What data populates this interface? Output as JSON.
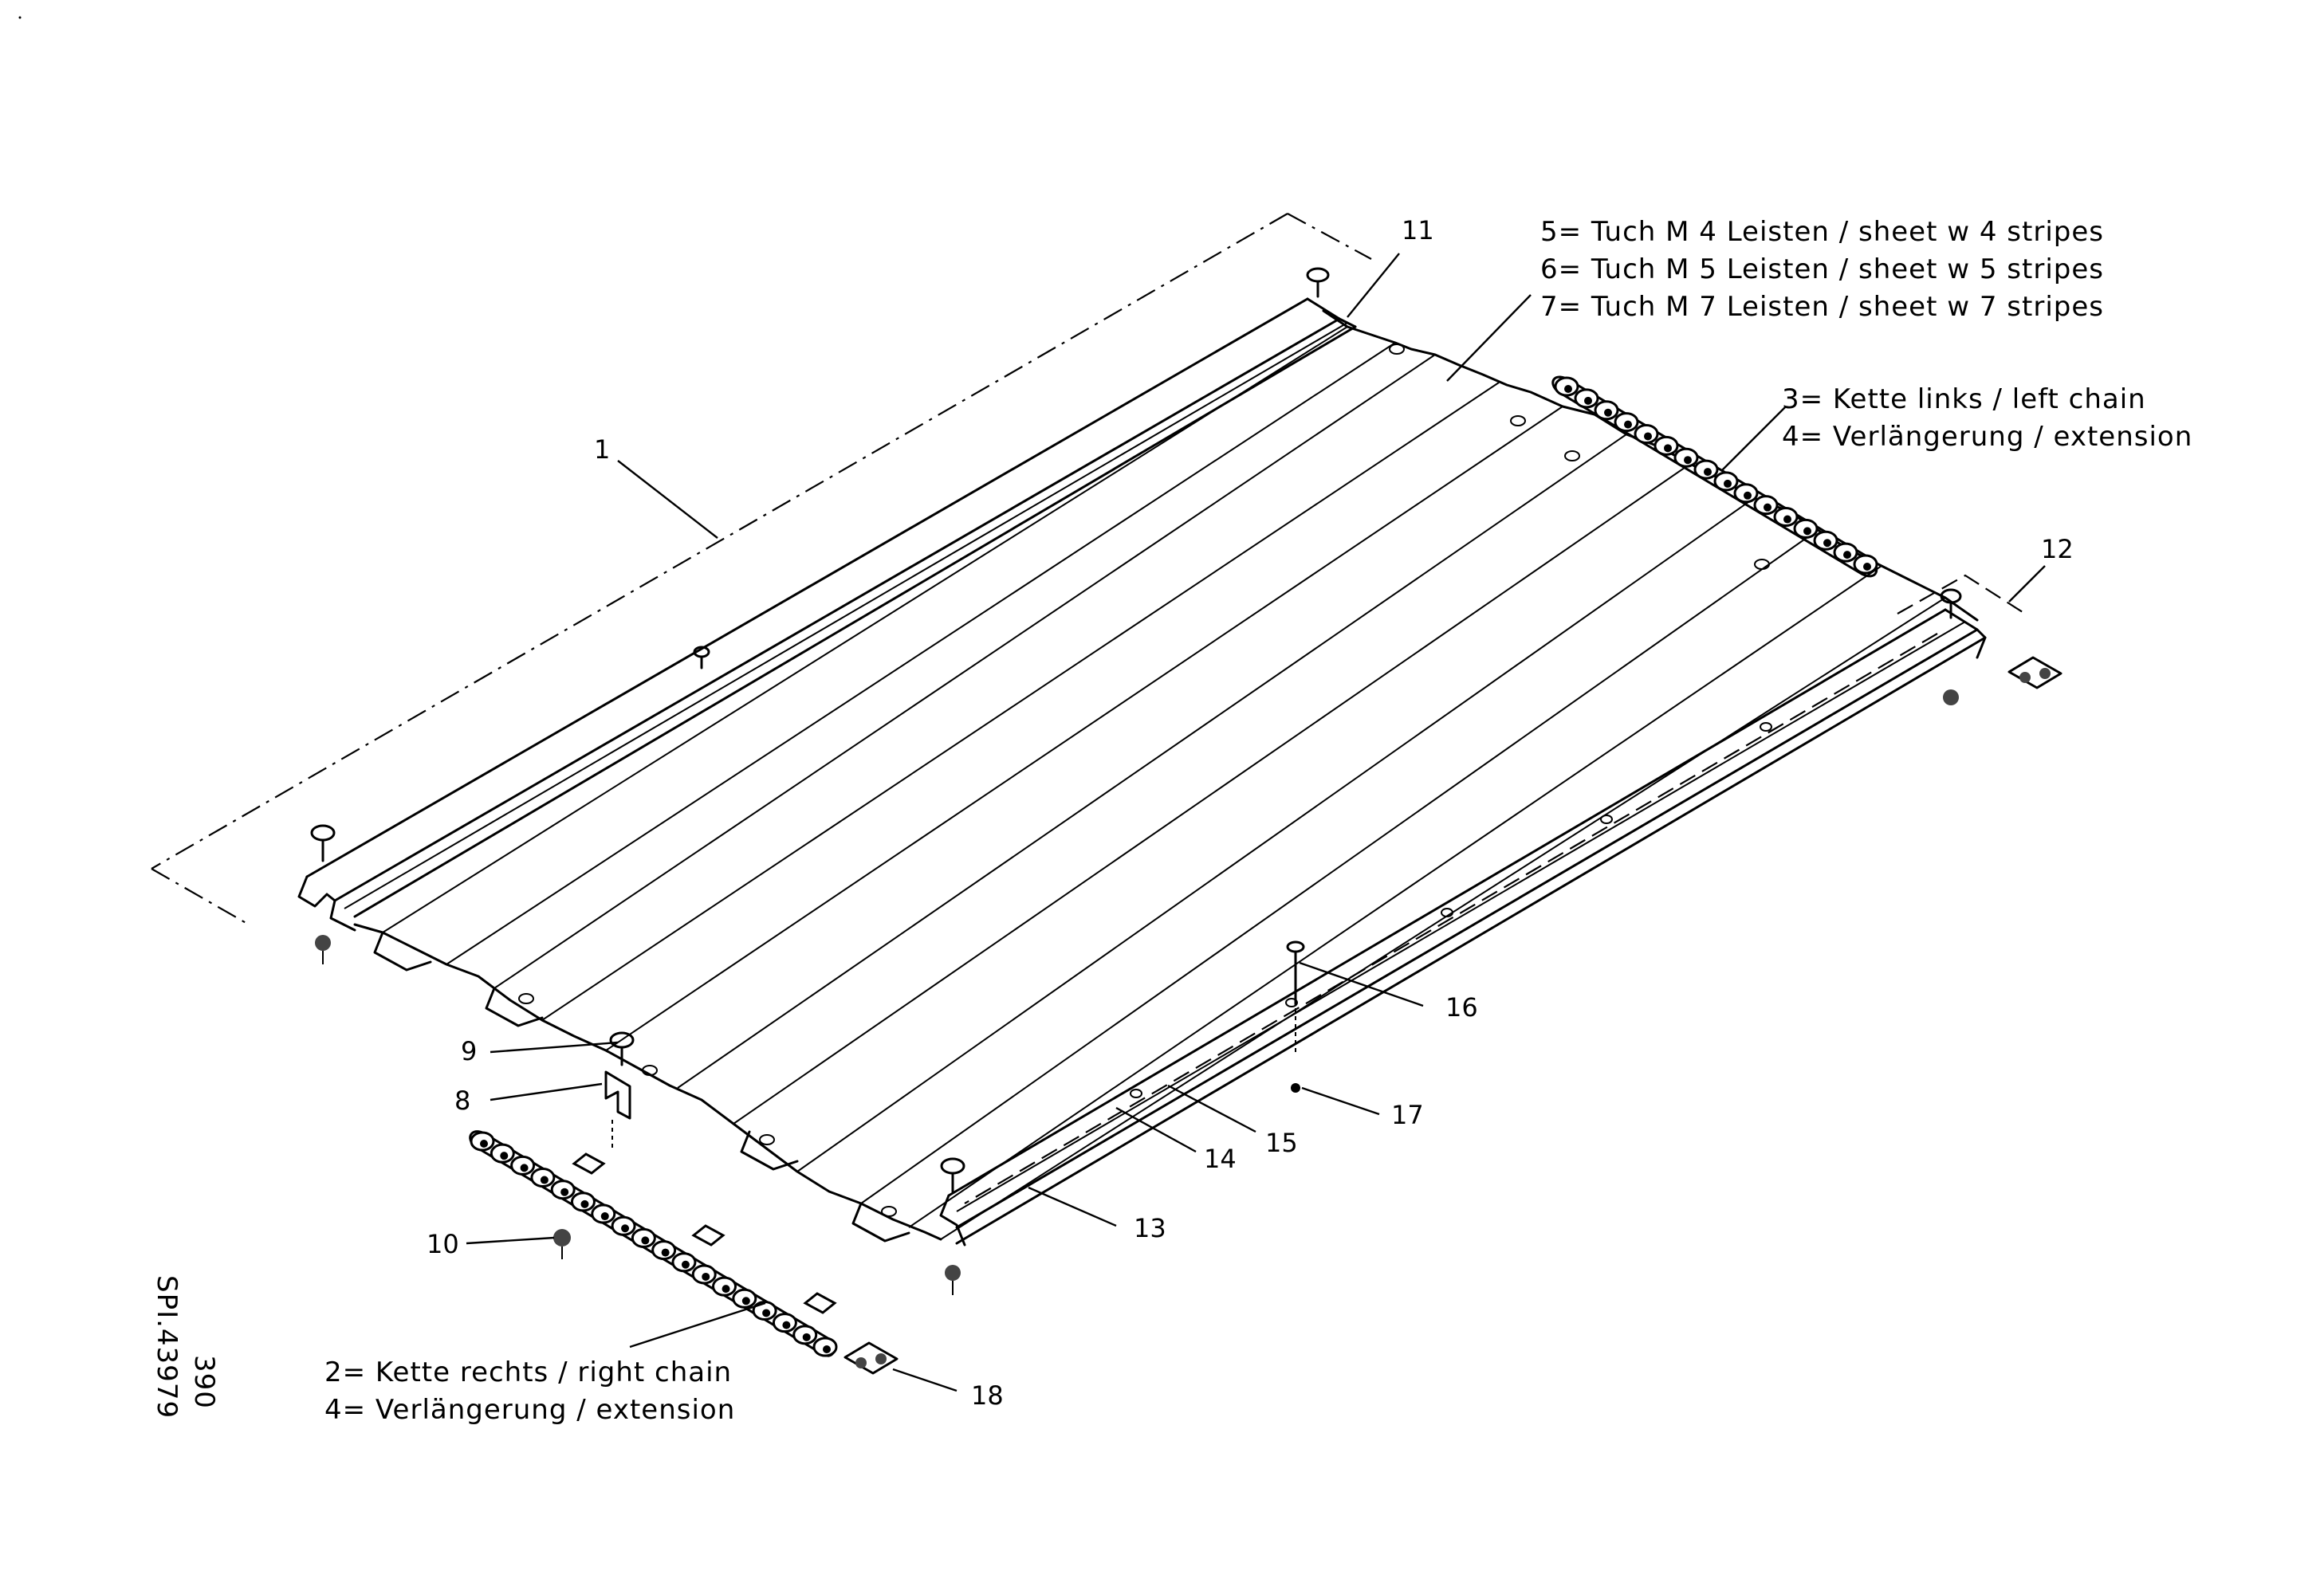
{
  "notes": {
    "top": [
      "5= Tuch M 4 Leisten / sheet w 4 stripes",
      "6= Tuch M 5 Leisten / sheet w 5 stripes",
      "7= Tuch M 7 Leisten / sheet w 7 stripes"
    ],
    "left_chain": [
      "3= Kette links / left chain",
      "4= Verlängerung / extension"
    ],
    "right_chain": [
      "2= Kette rechts / right chain",
      "4= Verlängerung / extension"
    ]
  },
  "callouts": {
    "c1": "1",
    "c8": "8",
    "c9": "9",
    "c10": "10",
    "c11": "11",
    "c12": "12",
    "c13": "13",
    "c14": "14",
    "c15": "15",
    "c16": "16",
    "c17": "17",
    "c18": "18"
  },
  "drawing_id": {
    "code": "SPI.43979",
    "number": "390"
  }
}
